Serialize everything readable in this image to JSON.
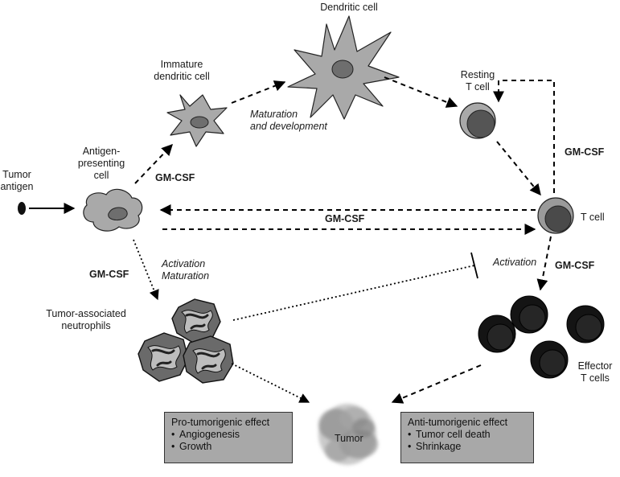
{
  "labels": {
    "tumor_antigen": [
      "Tumor",
      "antigen"
    ],
    "apc": [
      "Antigen-",
      "presenting",
      "cell"
    ],
    "immature_dc": [
      "Immature",
      "dendritic cell"
    ],
    "dendritic_cell": "Dendritic cell",
    "maturation_development": [
      "Maturation",
      "and development"
    ],
    "resting_t_cell": [
      "Resting",
      "T cell"
    ],
    "t_cell": "T cell",
    "neutrophils": [
      "Tumor-associated",
      "neutrophils"
    ],
    "activation_maturation": [
      "Activation",
      "Maturation"
    ],
    "activation": "Activation",
    "effector_t_cells": [
      "Effector",
      "T cells"
    ],
    "tumor": "Tumor"
  },
  "gmcsf": {
    "apc_to_dc": "GM-CSF",
    "apc_t_cell": "GM-CSF",
    "t_cell_feedback": "GM-CSF",
    "neutrophil": "GM-CSF",
    "effector": "GM-CSF"
  },
  "effects": {
    "pro": {
      "title": "Pro-tumorigenic effect",
      "items": [
        "Angiogenesis",
        "Growth"
      ]
    },
    "anti": {
      "title": "Anti-tumorigenic effect",
      "items": [
        "Tumor cell death",
        "Shrinkage"
      ]
    }
  },
  "colors": {
    "cell_light": "#a9a9a9",
    "cell_mid": "#707070",
    "nucleus": "#7a7a7a",
    "neutrophil_nucleus": "#3d3d3d",
    "effector": "#151515",
    "box_fill": "#a8a8a8",
    "stroke": "#000000"
  }
}
